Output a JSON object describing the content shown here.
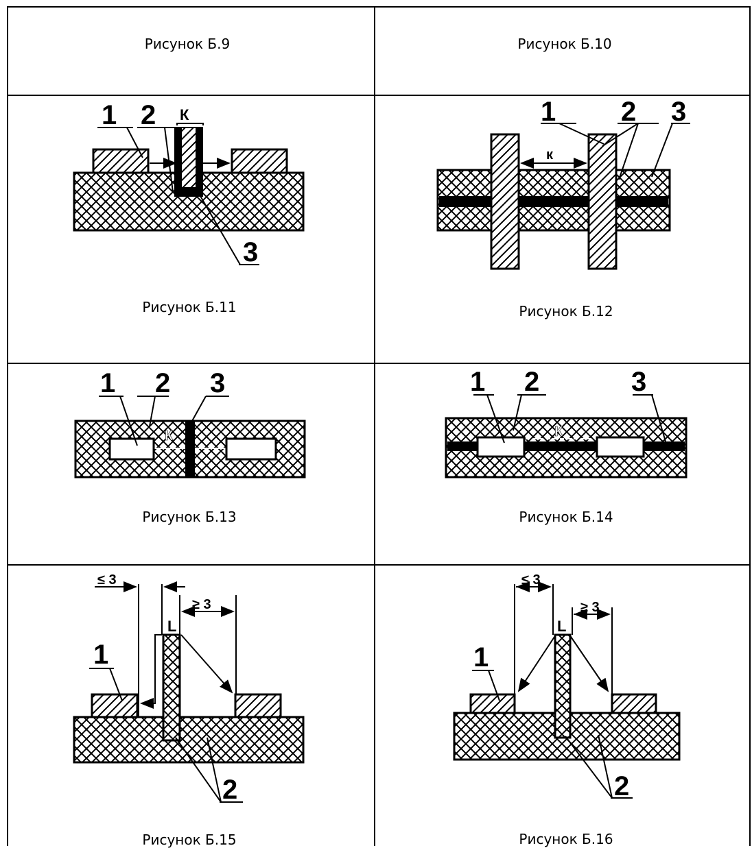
{
  "captions": {
    "fig9": "Рисунок Б.9",
    "fig10": "Рисунок Б.10",
    "fig11": "Рисунок Б.11",
    "fig12": "Рисунок Б.12",
    "fig13": "Рисунок Б.13",
    "fig14": "Рисунок Б.14",
    "fig15": "Рисунок Б.15",
    "fig16": "Рисунок Б.16"
  },
  "labels": {
    "one": "1",
    "two": "2",
    "three": "3",
    "k_upper": "К",
    "k_lower": "к",
    "L": "L",
    "le3": "≤ 3",
    "ge3": "≥ 3"
  }
}
